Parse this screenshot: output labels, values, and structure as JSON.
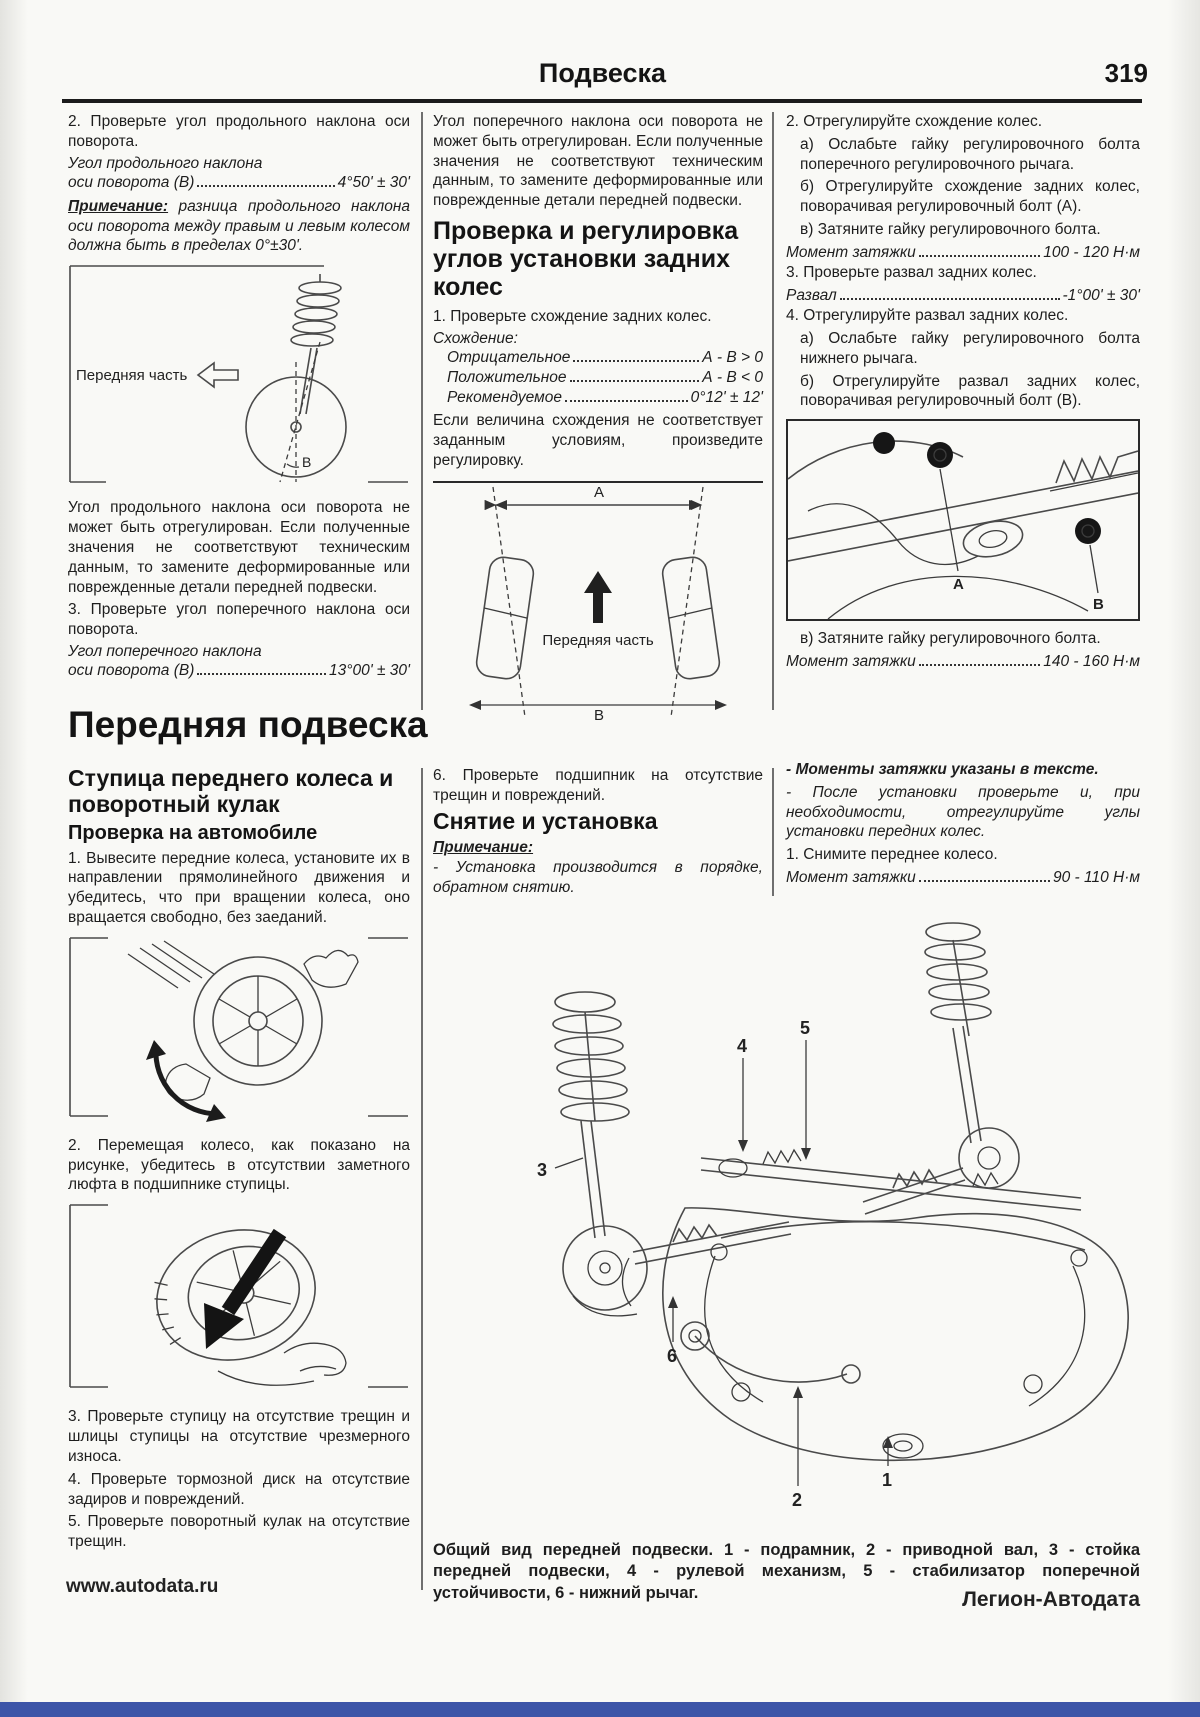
{
  "header": {
    "title": "Подвеска",
    "page_number": "319"
  },
  "top": {
    "col1": {
      "p1": "2. Проверьте угол продольного наклона оси поворота.",
      "spec1_line1": "Угол продольного наклона",
      "spec1_label": "оси поворота (В)",
      "spec1_value": "4°50' ± 30'",
      "note_label": "Примечание:",
      "note_text": "разница продольного наклона оси поворота между правым и левым колесом должна быть в пределах 0°±30'.",
      "fig_caster": {
        "front_label": "Передняя часть",
        "angle_label": "В"
      },
      "p2": "Угол продольного наклона оси поворота не может быть отрегулирован. Если полученные значения не соответствуют техническим данным, то замените деформированные или поврежденные детали передней подвески.",
      "p3": "3. Проверьте угол поперечного наклона оси поворота.",
      "spec2_line1": "Угол поперечного наклона",
      "spec2_label": "оси поворота (В)",
      "spec2_value": "13°00' ± 30'"
    },
    "col2": {
      "p1": "Угол поперечного наклона оси поворота не может быть отрегулирован. Если полученные значения не соответствуют техническим данным, то замените деформированные или поврежденные детали передней подвески.",
      "h1": "Проверка и регулировка углов установки задних колес",
      "p2": "1. Проверьте схождение задних колес.",
      "spec_title": "Схождение:",
      "rows": [
        {
          "label": "Отрицательное",
          "value": "А - В > 0"
        },
        {
          "label": "Положительное",
          "value": "А - В < 0"
        },
        {
          "label": "Рекомендуемое",
          "value": "0°12' ± 12'"
        }
      ],
      "p3": "Если величина схождения не соответствует заданным условиям, произведите регулировку.",
      "fig_toe": {
        "dim_a": "А",
        "dim_b": "В",
        "front_label": "Передняя часть"
      }
    },
    "col3": {
      "p1": "2. Отрегулируйте схождение колес.",
      "pa": "а) Ослабьте гайку регулировочного болта поперечного регулировочного рычага.",
      "pb": "б) Отрегулируйте схождение задних колес, поворачивая регулировочный болт (А).",
      "pc": "в) Затяните гайку регулировочного болта.",
      "torque1_label": "Момент затяжки",
      "torque1_value": "100 - 120 Н·м",
      "p2": "3. Проверьте развал задних колес.",
      "camber_label": "Развал",
      "camber_value": "-1°00' ± 30'",
      "p3": "4. Отрегулируйте развал задних колес.",
      "p3a": "а) Ослабьте гайку регулировочного болта нижнего рычага.",
      "p3b": "б) Отрегулируйте развал задних колес, поворачивая регулировочный болт (В).",
      "fig_adjust": {
        "label_a": "А",
        "label_b": "В"
      },
      "pc2": "в) Затяните гайку регулировочного болта.",
      "torque2_label": "Момент затяжки",
      "torque2_value": "140 - 160 Н·м"
    }
  },
  "front": {
    "section_title": "Передняя подвеска",
    "col1": {
      "h2": "Ступица переднего колеса и поворотный кулак",
      "h3": "Проверка на автомобиле",
      "p1": "1. Вывесите передние колеса, установите их в направлении прямолинейного движения и убедитесь, что при вращении колеса, оно вращается свободно, без заеданий.",
      "p2": "2. Перемещая колесо, как показано на рисунке, убедитесь в отсутствии заметного люфта в подшипнике ступицы.",
      "p3": "3. Проверьте ступицу на отсутствие трещин и шлицы ступицы на отсутствие чрезмерного износа.",
      "p4": "4. Проверьте тормозной диск на отсутствие задиров и повреждений.",
      "p5": "5. Проверьте поворотный кулак на отсутствие трещин."
    },
    "col2": {
      "p1": "6. Проверьте подшипник на отсутствие трещин и повреждений.",
      "h2": "Снятие и установка",
      "note_label": "Примечание:",
      "note_text": "- Установка производится в порядке, обратном снятию."
    },
    "col3": {
      "n1": "- Моменты затяжки указаны в тексте.",
      "n2": "- После установки проверьте и, при необходимости, отрегулируйте углы установки передних колес.",
      "p1": "1. Снимите переднее колесо.",
      "torque_label": "Момент затяжки",
      "torque_value": "90 - 110 Н·м"
    },
    "fig_main": {
      "callouts": [
        "1",
        "2",
        "3",
        "4",
        "5",
        "6"
      ],
      "caption": "Общий вид передней подвески. 1 - подрамник, 2 - приводной вал, 3 - стойка передней подвески, 4 - рулевой механизм, 5 - стабилизатор поперечной устойчивости, 6 - нижний рычаг."
    }
  },
  "footer": {
    "site": "www.autodata.ru",
    "publisher": "Легион-Автодата"
  },
  "colors": {
    "accent_bar": "#3d55a8",
    "paper": "#f9f9f6",
    "ink": "#1e1e1e"
  }
}
